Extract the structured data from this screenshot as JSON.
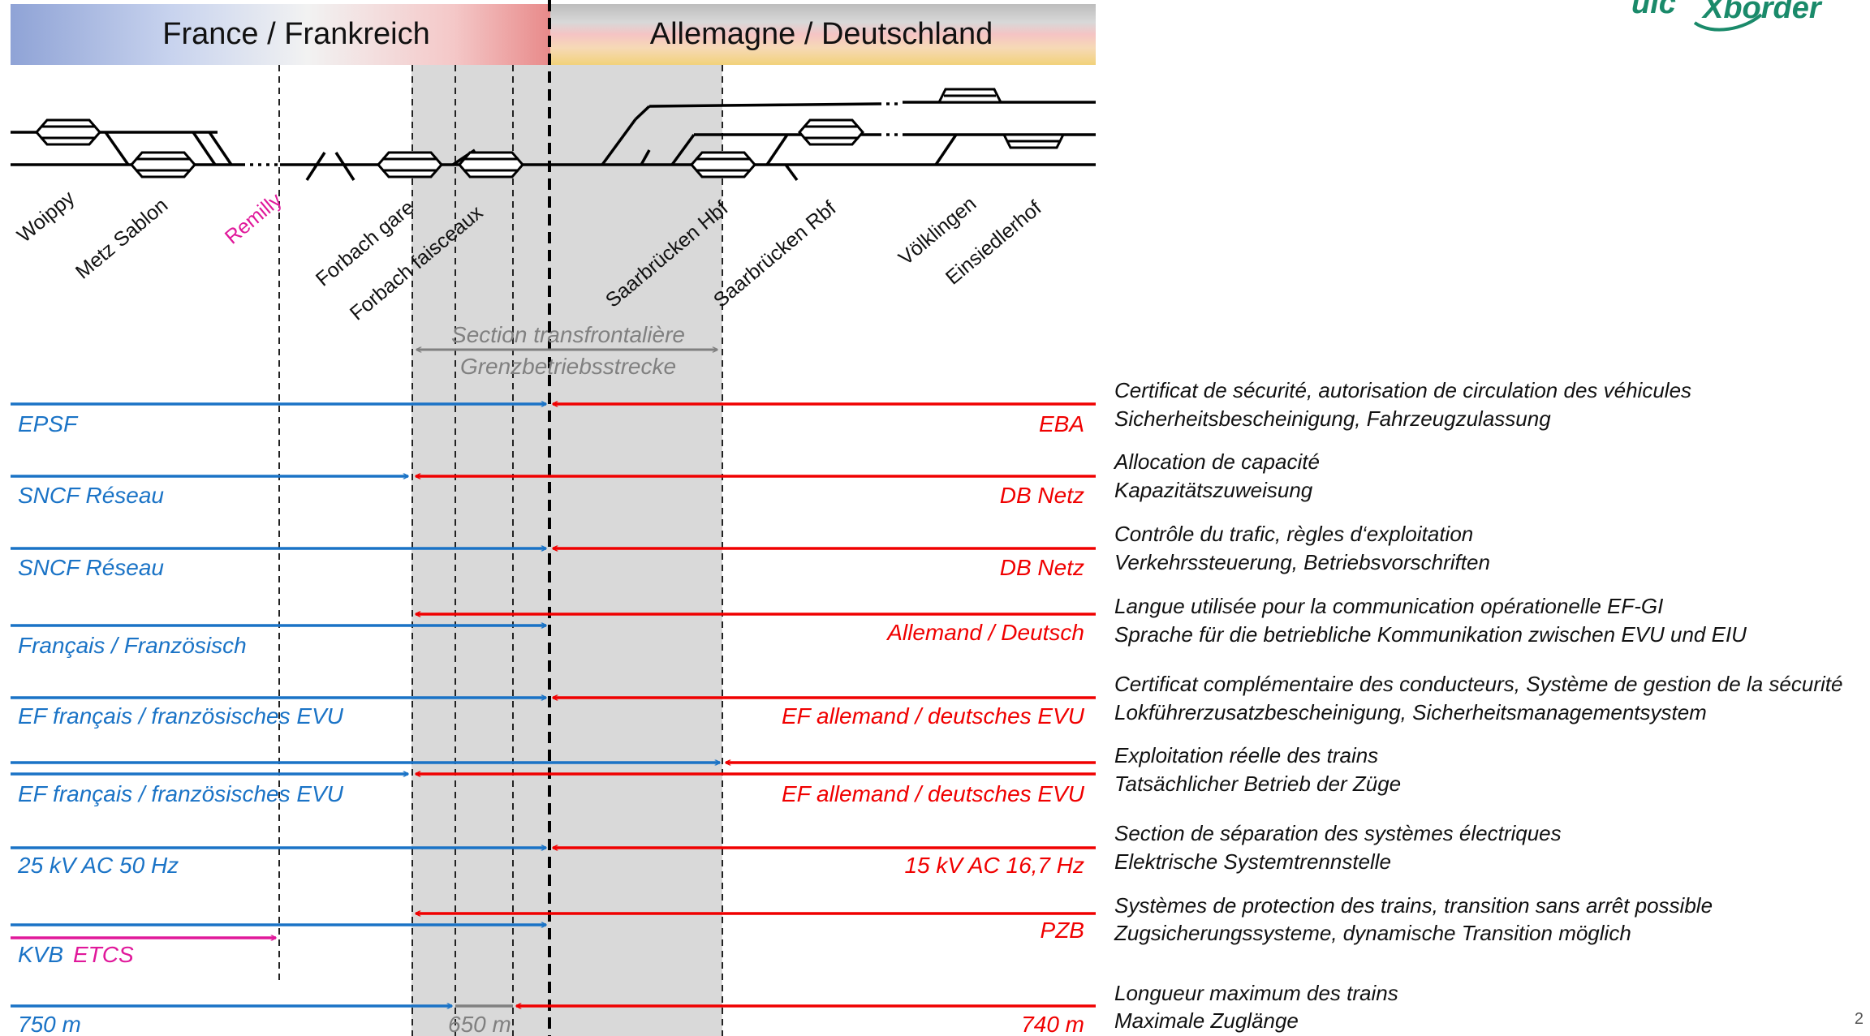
{
  "header": {
    "france": "France / Frankreich",
    "germany": "Allemagne / Deutschland"
  },
  "logo": {
    "mark": "uic",
    "text": "Xborder"
  },
  "page_number": "2",
  "stations": [
    {
      "name": "Woippy"
    },
    {
      "name": "Metz Sablon"
    },
    {
      "name": "Remilly"
    },
    {
      "name": "Forbach gare"
    },
    {
      "name": "Forbach faisceaux"
    },
    {
      "name": "Saarbrücken Hbf"
    },
    {
      "name": "Saarbrücken Rbf"
    },
    {
      "name": "Völklingen"
    },
    {
      "name": "Einsiedlerhof"
    }
  ],
  "section": {
    "line1": "Section transfrontalière",
    "line2": "Grenzbetriebsstrecke"
  },
  "rows": [
    {
      "fr": "EPSF",
      "de": "EBA",
      "desc1": "Certificat de sécurité, autorisation de circulation des véhicules",
      "desc2": "Sicherheitsbescheinigung, Fahrzeugzulassung"
    },
    {
      "fr": "SNCF Réseau",
      "de": "DB Netz",
      "desc1": "Allocation de capacité",
      "desc2": "Kapazitätszuweisung"
    },
    {
      "fr": "SNCF Réseau",
      "de": "DB Netz",
      "desc1": "Contrôle du trafic, règles d‘exploitation",
      "desc2": "Verkehrssteuerung, Betriebsvorschriften"
    },
    {
      "fr": "Français / Französisch",
      "de": "Allemand / Deutsch",
      "desc1": "Langue utilisée pour la communication opérationelle EF-GI",
      "desc2": "Sprache für die betriebliche Kommunikation zwischen EVU und EIU"
    },
    {
      "fr": "EF français / französisches EVU",
      "de": "EF allemand / deutsches EVU",
      "desc1": "Certificat complémentaire des conducteurs, Système de gestion de la sécurité",
      "desc2": "Lokführerzusatzbescheinigung, Sicherheitsmanagementsystem"
    },
    {
      "fr": "EF français / französisches EVU",
      "de": "EF allemand / deutsches EVU",
      "desc1": "Exploitation réelle des trains",
      "desc2": "Tatsächlicher Betrieb der Züge"
    },
    {
      "fr": "25 kV AC 50 Hz",
      "de": "15 kV AC 16,7 Hz",
      "desc1": "Section de séparation des systèmes électriques",
      "desc2": "Elektrische Systemtrennstelle"
    },
    {
      "fr": "KVB",
      "fr_extra": "ETCS",
      "de": "PZB",
      "desc1": "Systèmes de protection des trains, transition sans arrêt possible",
      "desc2": "Zugsicherungssysteme, dynamische Transition möglich"
    },
    {
      "fr": "750 m",
      "mid": "650 m",
      "de": "740 m",
      "desc1": "Longueur maximum des trains",
      "desc2": "Maximale Zuglänge"
    }
  ],
  "colors": {
    "france": "#1a73c6",
    "germany": "#f00000",
    "etcs": "#e0189a",
    "section": "#d9d9d9"
  }
}
